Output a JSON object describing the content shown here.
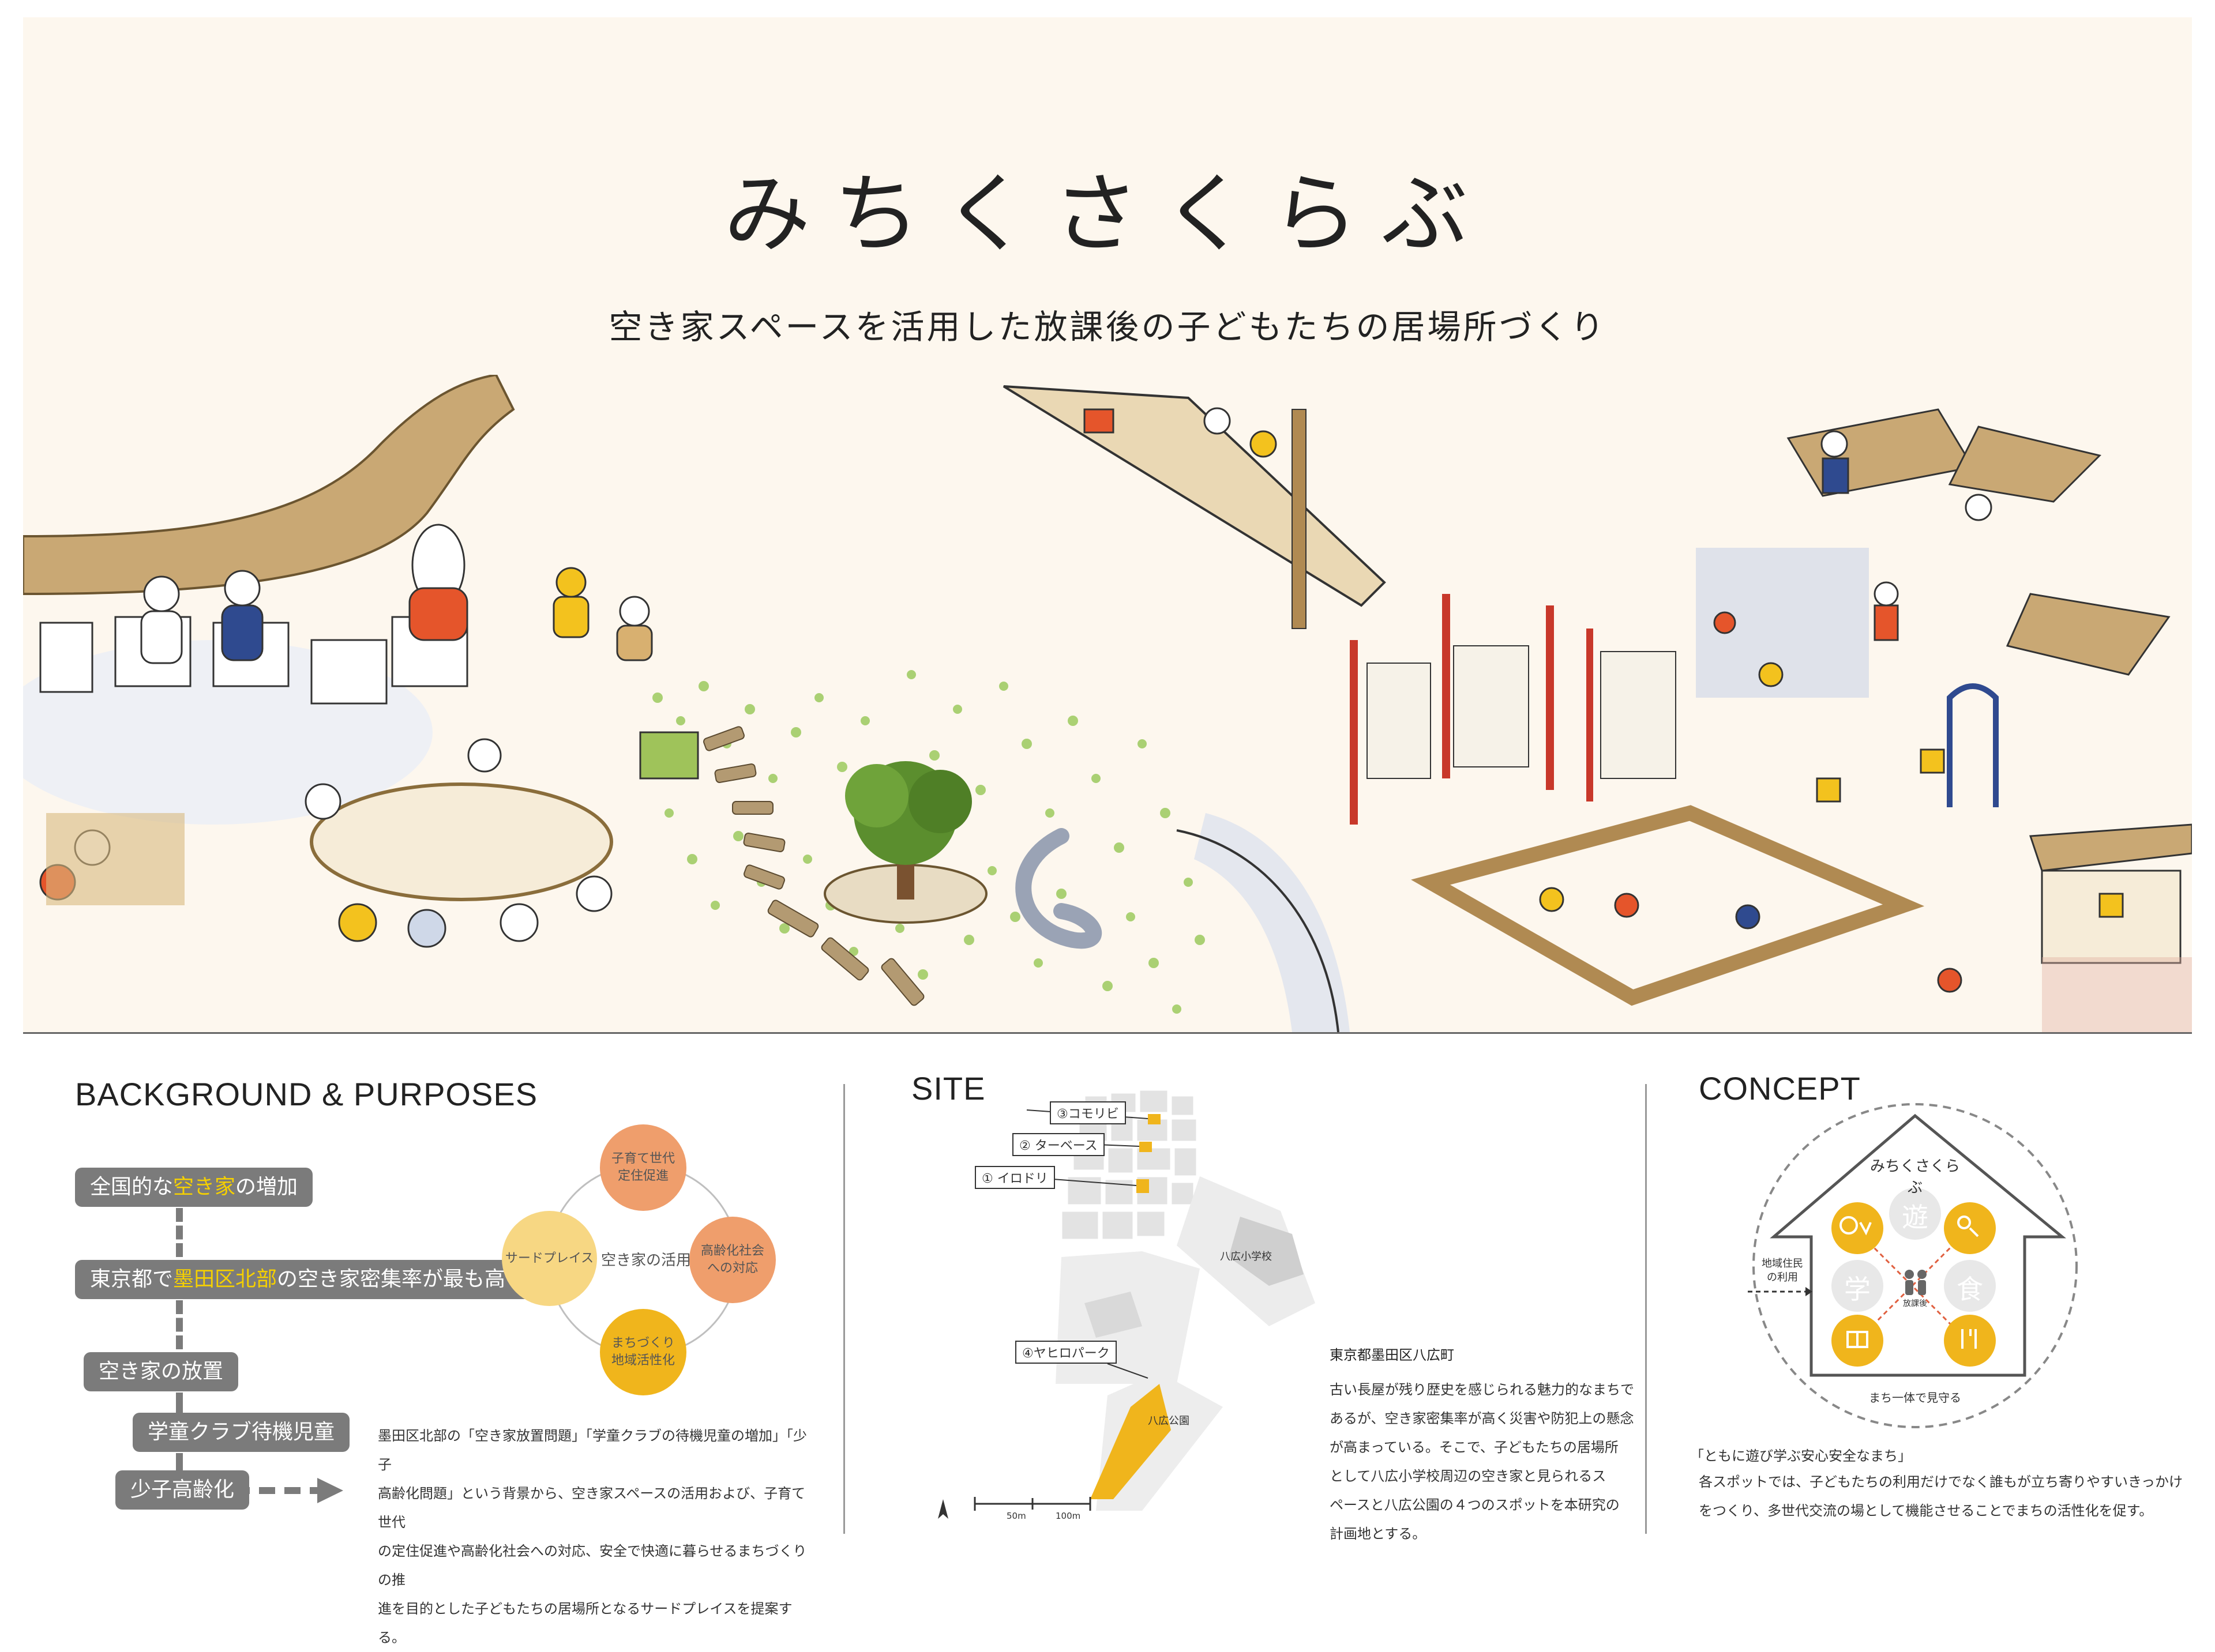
{
  "hero": {
    "title": "みちくさくらぶ",
    "subtitle": "空き家スペースを活用した放課後の子どもたちの居場所づくり"
  },
  "background": {
    "heading": "BACKGROUND & PURPOSES",
    "flow": [
      {
        "pre": "全国的な",
        "hl": "空き家",
        "post": "の増加"
      },
      {
        "pre": "東京都で",
        "hl": "墨田区北部",
        "post": "の空き家密集率が最も高い"
      },
      {
        "pre": "空き家の放置",
        "hl": "",
        "post": ""
      },
      {
        "pre": "学童クラブ待機児童",
        "hl": "",
        "post": ""
      },
      {
        "pre": "少子高齢化",
        "hl": "",
        "post": ""
      }
    ],
    "diagram": {
      "center": "空き家の活用",
      "top": "子育て世代\n定住促進",
      "right": "高齢化社会\nへの対応",
      "bottom": "まちづくり\n地域活性化",
      "left": "サードプレイス"
    },
    "text": "墨田区北部の「空き家放置問題」「学童クラブの待機児童の増加」「少子高齢化問題」という背景から、空き家スペースの活用および、子育て世代の定住促進や高齢化社会への対応、安全で快適に暮らせるまちづくりの推進を目的とした子どもたちの居場所となるサードプレイスを提案する。",
    "text_lines": [
      "墨田区北部の「空き家放置問題」「学童クラブの待機児童の増加」「少子",
      "高齢化問題」という背景から、空き家スペースの活用および、子育て世代",
      "の定住促進や高齢化社会への対応、安全で快適に暮らせるまちづくりの推",
      "進を目的とした子どもたちの居場所となるサードプレイスを提案する。"
    ]
  },
  "site": {
    "heading": "SITE",
    "spots": [
      "③コモリビ",
      "② ターベース",
      "① イロドリ",
      "④ヤヒロパーク"
    ],
    "school": "八広小学校",
    "park": "八広公園",
    "scale": [
      "50m",
      "100m"
    ],
    "address": "東京都墨田区八広町",
    "text_lines": [
      "古い長屋が残り歴史を感じられる魅力的なまちで",
      "あるが、空き家密集率が高く災害や防犯上の懸念",
      "が高まっている。そこで、子どもたちの居場所",
      "として八広小学校周辺の空き家と見られるス",
      "ペースと八広公園の４つのスポットを本研究の",
      "計画地とする。"
    ]
  },
  "concept": {
    "heading": "CONCEPT",
    "house_title": "みちくさくらぶ",
    "chars": {
      "play": "遊",
      "learn": "学",
      "eat": "食"
    },
    "center_label": "放課後",
    "resident": "地域住民\nの利用",
    "bottom": "まち一体で見守る",
    "quote": "「ともに遊び学ぶ安心安全なまち」",
    "text_lines": [
      "各スポットでは、子どもたちの利用だけでなく誰もが立ち寄りやすいきっかけ",
      "をつくり、多世代交流の場として機能させることでまちの活性化を促す。"
    ]
  },
  "colors": {
    "hero_bg": "#fdf7ee",
    "yellow": "#f0b51c",
    "orange": "#ef9e6c",
    "light_yellow": "#f7d783",
    "gray_box": "#7b7b7b",
    "green": "#8fc44a"
  }
}
